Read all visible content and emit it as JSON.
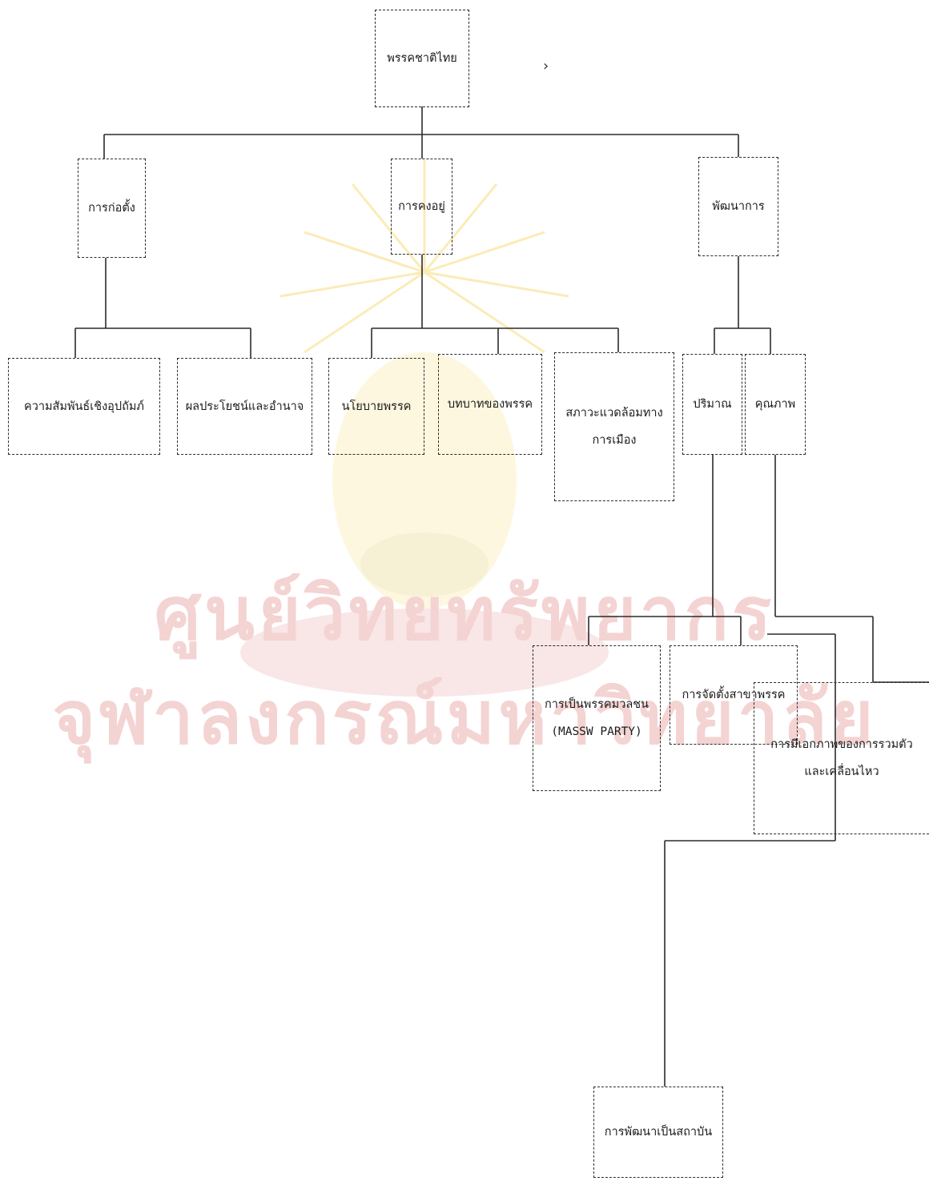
{
  "diagram": {
    "nodes": {
      "root": {
        "label": "พรรคชาติไทย"
      },
      "founding": {
        "label": "การก่อตั้ง"
      },
      "existence": {
        "label": "การคงอยู่"
      },
      "development": {
        "label": "พัฒนาการ"
      },
      "relation": {
        "label": "ความสัมพันธ์เชิงอุปถัมภ์"
      },
      "interest": {
        "label": "ผลประโยชน์และอำนาจ"
      },
      "policy": {
        "label": "นโยบายพรรค"
      },
      "role": {
        "label": "บทบาทของพรรค"
      },
      "environment": {
        "line1": "สภาวะแวดล้อมทาง",
        "line2": "การเมือง"
      },
      "quantity": {
        "label": "ปริมาณ"
      },
      "quality": {
        "label": "คุณภาพ"
      },
      "mass_party": {
        "line1": "การเป็นพรรคมวลชน",
        "line2": "(MASSW PARTY)"
      },
      "branches": {
        "label": "การจัดตั้งสาขาพรรค"
      },
      "unity": {
        "line1": "การมีเอกภาพของการรวมตัว",
        "line2": "และเคลื่อนไหว"
      },
      "institution": {
        "label": "การพัฒนาเป็นสถาบัน"
      }
    },
    "colors": {
      "line": "#2b2b2b",
      "watermark": "#f4d3d3"
    }
  },
  "watermark": {
    "line1": "ศูนย์วิทยทรัพยากร",
    "line2": "จุฬาลงกรณ์มหาวิทยาลัย"
  }
}
